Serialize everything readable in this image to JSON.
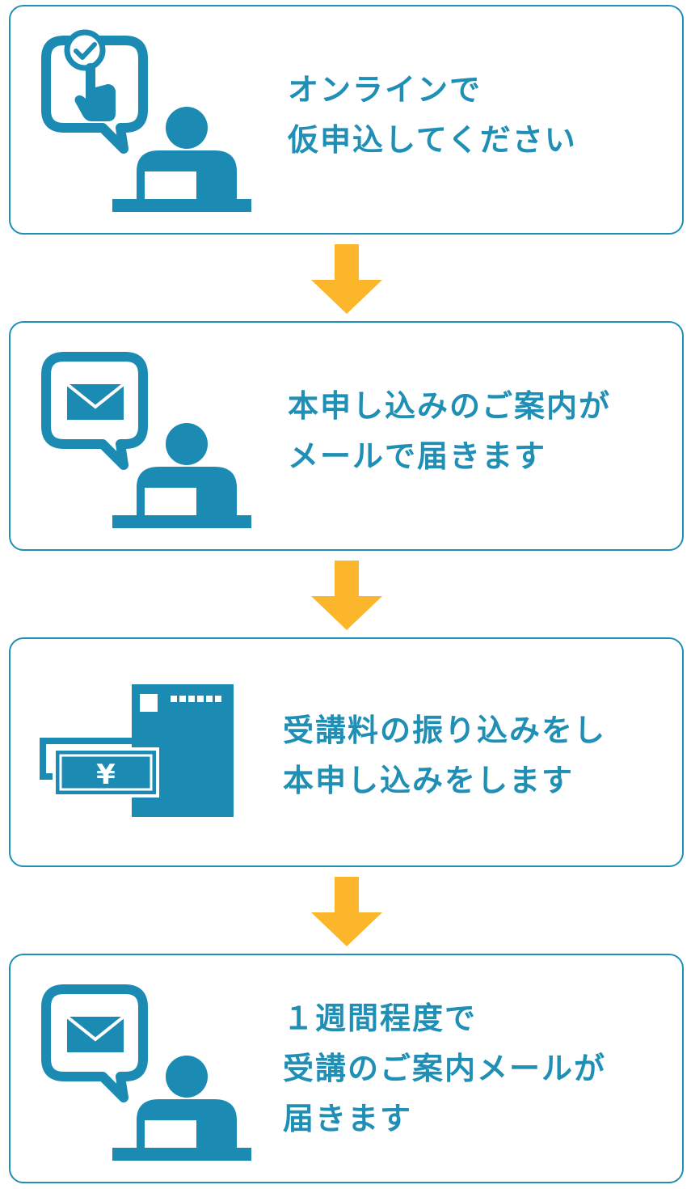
{
  "colors": {
    "primary": "#1c8bb3",
    "border": "#1f8fb5",
    "arrow": "#fbb62b",
    "background": "#ffffff"
  },
  "steps": [
    {
      "icon": "person-online-application-icon",
      "lines": [
        "オンラインで",
        "仮申込してください"
      ]
    },
    {
      "icon": "person-email-icon",
      "lines": [
        "本申し込みのご案内が",
        "メールで届きます"
      ]
    },
    {
      "icon": "bank-transfer-yen-icon",
      "currency_symbol": "¥",
      "lines": [
        "受講料の振り込みをし",
        "本申し込みをします"
      ]
    },
    {
      "icon": "person-email-icon",
      "lines": [
        "１週間程度で",
        "受講のご案内メールが",
        "届きます"
      ]
    }
  ]
}
